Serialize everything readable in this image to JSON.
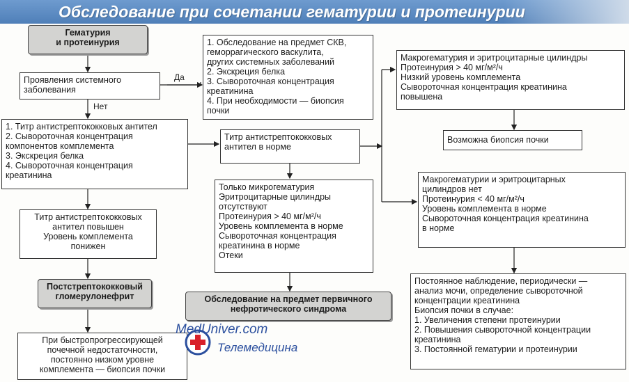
{
  "title": "Обследование при сочетании гематурии и протеинурии",
  "nodes": {
    "start": "Гематурия\nи протеинурия",
    "systemic_question": "Проявления системного\nзаболевания",
    "systemic_workup": "1. Обследование на предмет СКВ,\n    геморрагического васкулита,\n    других системных заболеваний\n2. Экскреция белка\n3. Сывороточная концентрация\n    креатинина\n4. При необходимости — биопсия\n    почки",
    "lab_tests": "1. Титр антистрептококковых антител\n2. Сывороточная концентрация\n    компонентов комплемента\n3. Экскреция белка\n4. Сывороточная концентрация\n    креатинина",
    "aso_normal": "Титр антистрептококковых\nантител в норме",
    "aso_elevated": "Титр антистрептококковых\nантител повышен\nУровень комплемента\nпонижен",
    "micro_only": "Только микрогематурия\nЭритроцитарные цилиндры\nотсутствуют\nПротеинурия > 40 мг/м²/ч\nУровень комплемента в норме\nСывороточная концентрация\nкреатинина в норме\nОтеки",
    "post_strep": "Постстрептококковый\nгломерулонефрит",
    "nephrotic": "Обследование на предмет первичного\nнефротического синдрома",
    "rapid_progressive": "При быстропрогрессирующей\nпочечной недостаточности,\nпостоянно низком уровне\nкомплемента — биопсия почки",
    "macro_casts": "Макрогематурия и эритроцитарные цилиндры\nПротеинурия > 40 мг/м²/ч\nНизкий уровень комплемента\nСывороточная концентрация креатинина\nповышена",
    "biopsy_possible": "Возможна биопсия почки",
    "no_macro": "Макрогематурии и эритроцитарных\nцилиндров нет\nПротеинурия < 40 мг/м²/ч\nУровень комплемента в норме\nСывороточная концентрация креатинина\nв норме",
    "monitoring": "Постоянное наблюдение, периодически —\nанализ мочи, определение сывороточной\nконцентрации креатинина\nБиопсия почки в случае:\n1. Увеличения степени протеинурии\n2. Повышения сывороточной концентрации\n    креатинина\n3. Постоянной гематурии и протеинурии"
  },
  "labels": {
    "yes": "Да",
    "no": "Нет"
  },
  "watermark": {
    "site": "MedUniver.com",
    "brand": "Телемедицина"
  },
  "colors": {
    "title_bar": "#4f7fb8",
    "shaded_box": "#d3d3d1",
    "watermark": "#2b4f9e"
  }
}
